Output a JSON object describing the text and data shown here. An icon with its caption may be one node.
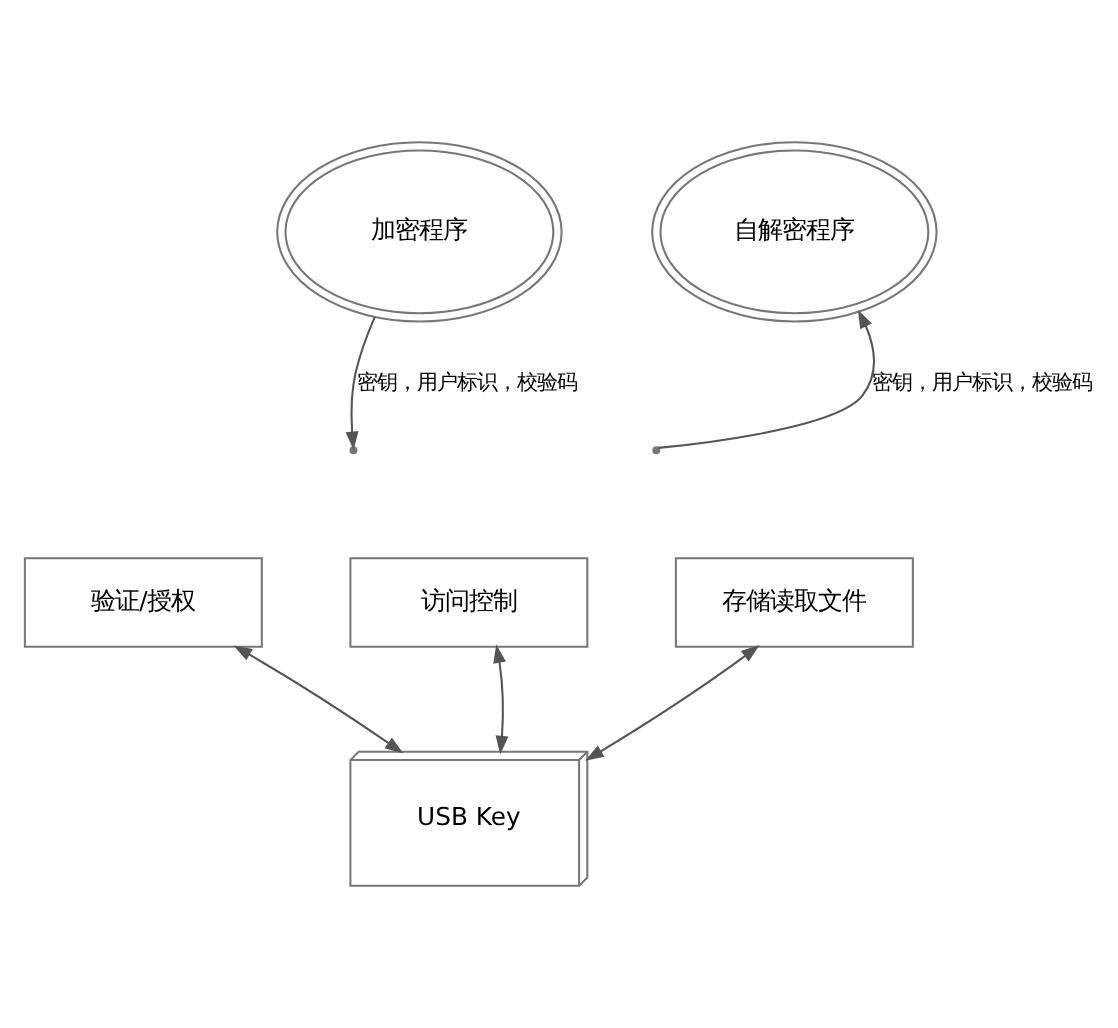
{
  "diagram": {
    "nodes": [
      {
        "text": [
          "加密程序"
        ]
      },
      {
        "text": [
          "自解密程序"
        ]
      },
      {
        "text": [
          "访问控制"
        ]
      },
      {
        "text": [
          "验证/授权"
        ]
      },
      {
        "text": [
          "存储读取文件"
        ]
      },
      {
        "text": [
          "USB Key"
        ]
      }
    ],
    "edges": [
      {
        "from": 0,
        "to": null,
        "arrow": "to",
        "label": "密钥，用户标识，校验码"
      },
      {
        "from": null,
        "to": 1,
        "arrow": "to",
        "label": "密钥，用户标识，校验码"
      },
      {
        "from": 5,
        "to": 2,
        "arrow": "both"
      },
      {
        "from": 5,
        "to": 3,
        "arrow": "both"
      },
      {
        "from": 5,
        "to": 4,
        "arrow": "both"
      }
    ]
  }
}
